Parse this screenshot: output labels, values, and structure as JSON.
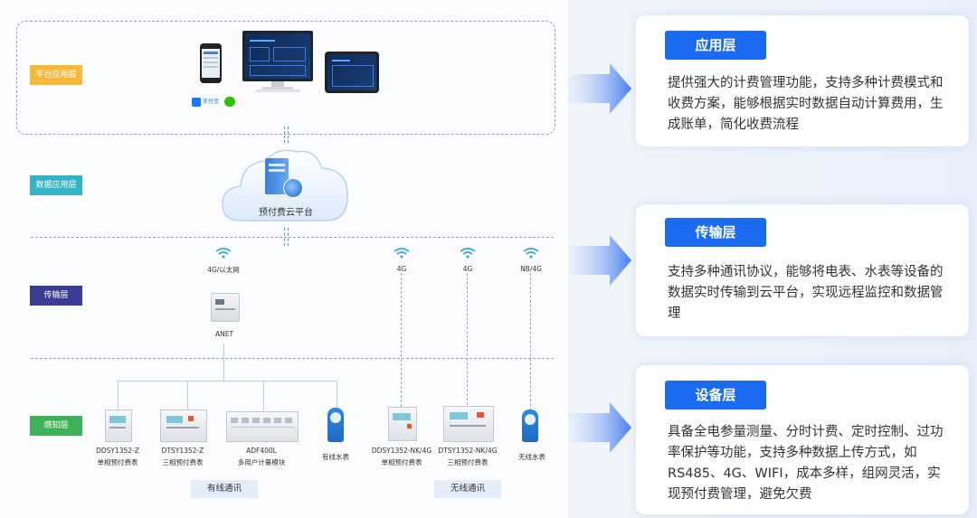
{
  "tiers": {
    "platform": "平台应用层",
    "data": "数据应用层",
    "transport": "传输层",
    "sensing": "感知层"
  },
  "colors": {
    "platform": "#f7b93c",
    "data": "#34b3c6",
    "transport": "#3b3d92",
    "sensing": "#3eb15a",
    "accent": "#1b6bf0"
  },
  "cloud_label": "预付费云平台",
  "network": {
    "wired": "4G/以太网",
    "w1": "4G",
    "w2": "4G",
    "w3": "NB/4G"
  },
  "gateway": "ANET",
  "devices": [
    {
      "model": "DDSY1352-Z",
      "desc": "单相预付费表"
    },
    {
      "model": "DTSY1352-Z",
      "desc": "三相预付费表"
    },
    {
      "model": "ADF400L",
      "desc": "多用户计量模块"
    },
    {
      "model": "",
      "desc": "有线水表"
    },
    {
      "model": "DDSY1352-NK/4G",
      "desc": "单相预付费表"
    },
    {
      "model": "DTSY1352-NK/4G",
      "desc": "三相预付费表"
    },
    {
      "model": "",
      "desc": "无线水表"
    }
  ],
  "groups": {
    "wired": "有线通讯",
    "wireless": "无线通讯"
  },
  "pay_icons": {
    "alipay": "支付宝"
  },
  "layers": [
    {
      "title": "应用层",
      "body": "提供强大的计费管理功能，支持多种计费模式和收费方案，能够根据实时数据自动计算费用，生成账单，简化收费流程"
    },
    {
      "title": "传输层",
      "body": "支持多种通讯协议，能够将电表、水表等设备的数据实时传输到云平台，实现远程监控和数据管理"
    },
    {
      "title": "设备层",
      "body": "具备全电参量测量、分时计费、定时控制、过功率保护等功能，支持多种数据上传方式，如RS485、4G、WIFI，成本多样，组网灵活，实现预付费管理，避免欠费"
    }
  ]
}
